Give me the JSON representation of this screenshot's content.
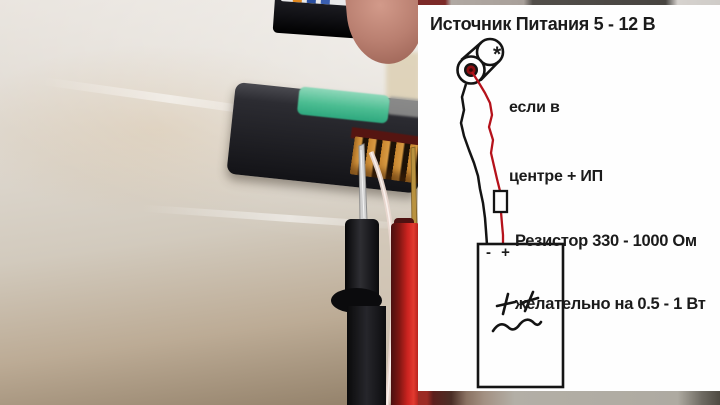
{
  "overlay_diagram": {
    "title": "Источник Питания 5 - 12 В",
    "note": {
      "marker": "*",
      "line1": "если в",
      "line2": "центре + ИП"
    },
    "resistor_label": {
      "line1": "Резистор 330 - 1000 Ом",
      "line2": "желательно на 0.5 - 1 Вт"
    },
    "device_box": {
      "terminals": "- +"
    },
    "colors": {
      "ink": "#1b1b1b",
      "positive_wire_red": "#b5121b",
      "plug_center_dot": "#8c0f12",
      "panel_background": "#fefefe"
    }
  },
  "scene": {
    "items": [
      "battery",
      "fingertip",
      "phone-back-device",
      "green-sticker",
      "gold-contact-strip",
      "black-multimeter-probe",
      "red-multimeter-probe",
      "fabric-background"
    ],
    "colors": {
      "fabric": "#d8d2c9",
      "sticker_green": "#4cbd92",
      "contacts_gold": "#c8862f",
      "probe_red": "#ce2420",
      "probe_black": "#121214"
    }
  }
}
